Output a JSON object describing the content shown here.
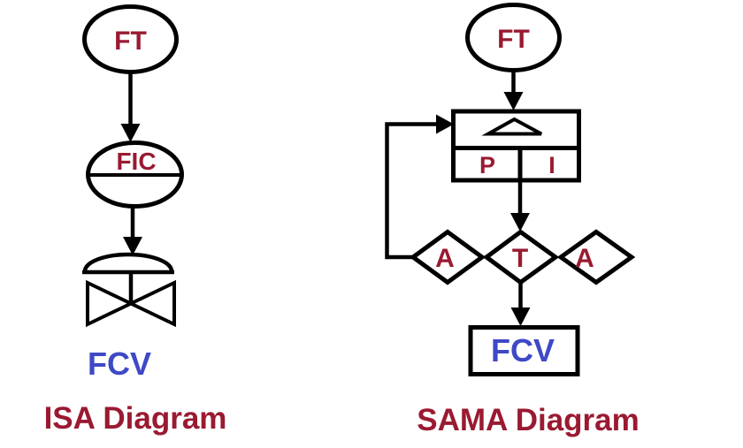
{
  "colors": {
    "line": "#000000",
    "label_maroon": "#9a1a31",
    "label_blue": "#3e49c6",
    "background": "#ffffff"
  },
  "isa": {
    "transmitter_label": "FT",
    "controller_label": "FIC",
    "valve_label": "FCV",
    "caption": "ISA Diagram"
  },
  "sama": {
    "transmitter_label": "FT",
    "proportional_label": "P",
    "integral_label": "I",
    "auto_left_label": "A",
    "transfer_label": "T",
    "auto_right_label": "A",
    "valve_label": "FCV",
    "caption": "SAMA Diagram"
  }
}
